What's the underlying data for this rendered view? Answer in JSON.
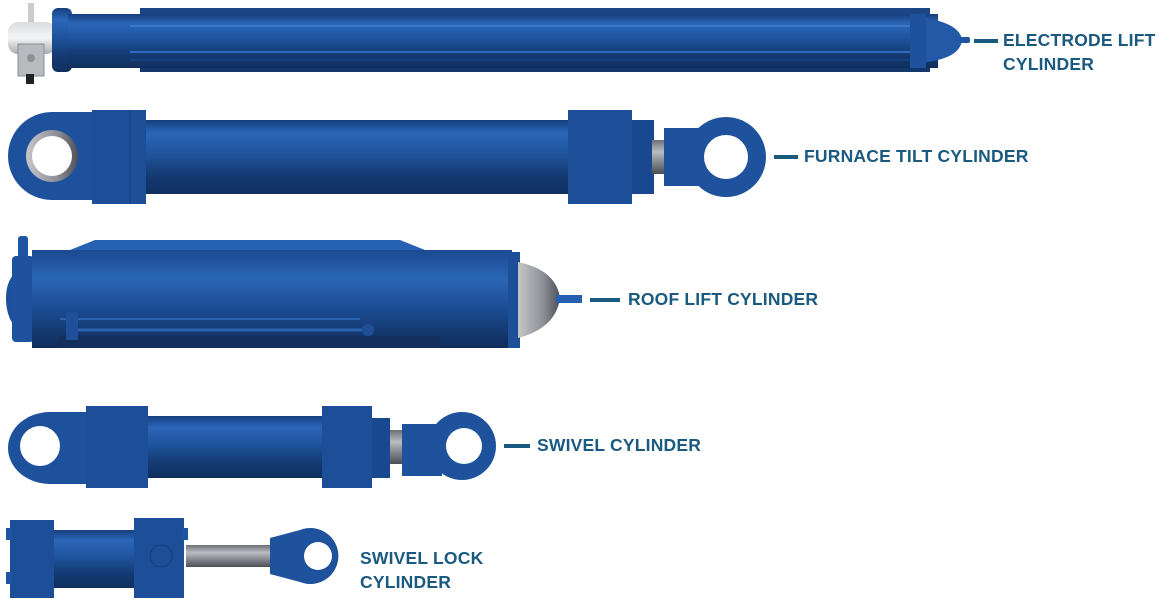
{
  "colors": {
    "label_text": "#1a5a80",
    "cylinder_blue": "#1d4f9a",
    "cylinder_dark": "#123a75",
    "cylinder_light": "#2f6cc0",
    "rod_steel": "#8a8d93",
    "background": "#ffffff"
  },
  "cylinders": [
    {
      "name": "electrode-lift",
      "label_line1": "ELECTRODE LIFT",
      "label_line2": "CYLINDER"
    },
    {
      "name": "furnace-tilt",
      "label_line1": "FURNACE TILT CYLINDER"
    },
    {
      "name": "roof-lift",
      "label_line1": "ROOF LIFT CYLINDER"
    },
    {
      "name": "swivel",
      "label_line1": "SWIVEL CYLINDER"
    },
    {
      "name": "swivel-lock",
      "label_line1": "SWIVEL LOCK",
      "label_line2": "CYLINDER"
    }
  ]
}
